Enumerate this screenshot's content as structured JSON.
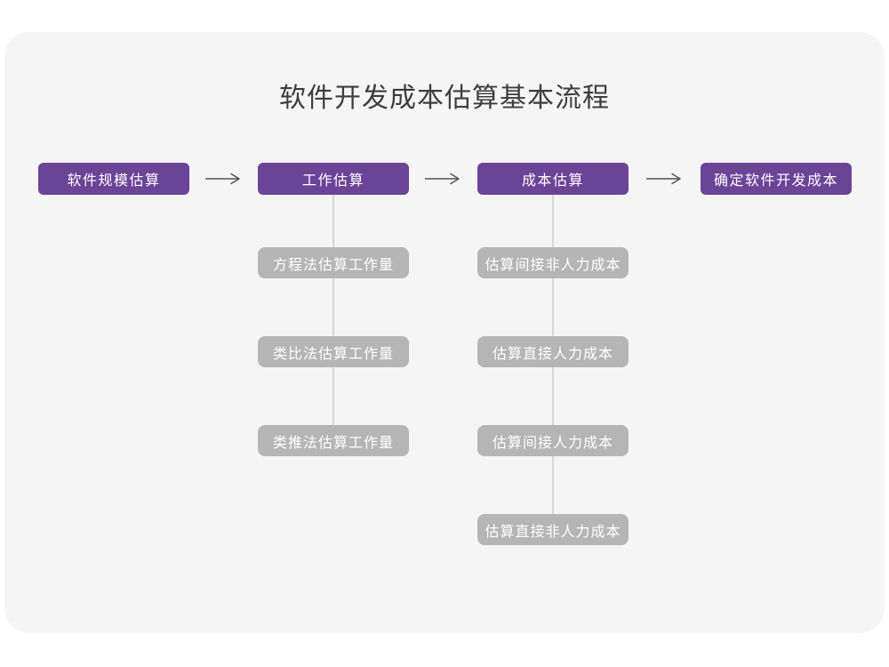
{
  "page": {
    "title": "软件开发成本估算基本流程"
  },
  "colors": {
    "panel_bg": "#f5f5f6",
    "title_color": "#3d3d3d",
    "stage_fill": "#6b4397",
    "stage_text": "#ffffff",
    "sub_fill": "#b5b5b5",
    "sub_text": "#ffffff",
    "arrow_color": "#525252",
    "connector_color": "#d6d6d6"
  },
  "flow": {
    "stages": [
      {
        "label": "软件规模估算",
        "sub": []
      },
      {
        "label": "工作估算",
        "sub": [
          "方程法估算工作量",
          "类比法估算工作量",
          "类推法估算工作量"
        ]
      },
      {
        "label": "成本估算",
        "sub": [
          "估算间接非人力成本",
          "估算直接人力成本",
          "估算间接人力成本",
          "估算直接非人力成本"
        ]
      },
      {
        "label": "确定软件开发成本",
        "sub": []
      }
    ],
    "arrow_icon": "right-arrow"
  }
}
